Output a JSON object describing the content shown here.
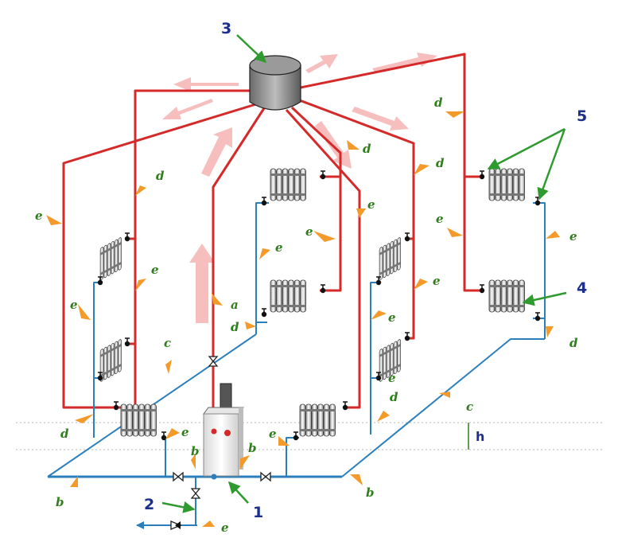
{
  "colors": {
    "supply": "#d42a2a",
    "return": "#2b7fbd",
    "label_green": "#2f7d1c",
    "number_blue": "#1c2f8c",
    "arrow_orange": "#f39a2b",
    "flow_pink": "#f6b3b3"
  },
  "numbers": {
    "n1": "1",
    "n2": "2",
    "n3": "3",
    "n4": "4",
    "n5": "5"
  },
  "letters": {
    "a": "a",
    "b": "b",
    "c": "c",
    "d": "d",
    "e": "e",
    "h": "h"
  },
  "icons": [
    "boiler-icon",
    "expansion-tank-icon",
    "radiator-icon",
    "valve-icon",
    "check-valve-icon"
  ]
}
